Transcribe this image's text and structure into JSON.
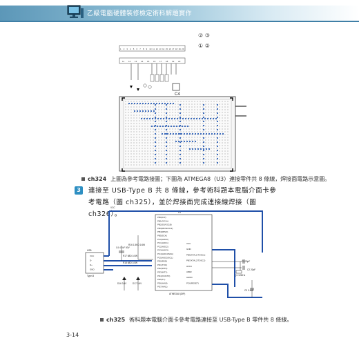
{
  "header": {
    "title": "乙級電腦硬體裝修檢定術科解題實作"
  },
  "top_figure": {
    "marks_right_row1": "② ③",
    "marks_right_row2": "① ②",
    "pin_numbers_top": [
      "1",
      "2",
      "3",
      "4",
      "5",
      "6",
      "7",
      "8",
      "9",
      "10",
      "11",
      "12",
      "13",
      "14",
      "15",
      "16",
      "17",
      "18",
      "19",
      "20"
    ],
    "pin_numbers_bottom": [
      "11",
      "12",
      "13",
      "14",
      "15",
      "16",
      "17",
      "18",
      "19",
      "20"
    ],
    "component_label": "C4",
    "caption_id": "ch324",
    "caption_text": "上圖為參考電路接圖；下圖為 ATMEGA8（U3）連接零件共 8 條線，焊接面電路示意圖。"
  },
  "step": {
    "number": "3",
    "text": "連接至 USB-Type B 共 8 條線，參考術科題本電腦介面卡參考電路（圖 ch325），並於焊接面完成連接線焊接（圖 ch326）。"
  },
  "schematic": {
    "vcc_top": "VCC",
    "u_label": "U1",
    "chip_part": "ATMEGA8 (DIP)",
    "left_pins": [
      "PB0(ICP)",
      "PB1(OC1A)",
      "PB2(SS/OC1B)",
      "PB3(MOSI/OC2)",
      "PB4(MISO)",
      "PB5(SCK)",
      "PC0(ADC0)",
      "PC1(ADC1)",
      "PC2(ADC2)",
      "PC3(ADC3)",
      "PC4(ADC4/SDA)",
      "PC5(ADC5/SCL)",
      "PD0(RXD)",
      "PD1(TXD)",
      "PD2(INT0)",
      "PD3(INT1)",
      "PD4(XCK/T0)",
      "PD5(T1)",
      "PD6(AIN0)",
      "PD7(AIN1)"
    ],
    "right_pins": [
      "VCC",
      "GND",
      "PB6(XTAL1/TOSC1)",
      "PB7(XTAL2/TOSC2)",
      "AVCC",
      "AREF",
      "AGND",
      "PC6(RESET)"
    ],
    "r_labels": [
      "R16 1.5KΩ 1/4W",
      "R17 68Ω 1/4W",
      "R18 68Ω 1/4W"
    ],
    "cap_labels": [
      "C4 4.7uF 50V",
      "C1 20pF",
      "C2 20pF",
      "C3 0.1uF"
    ],
    "crystal": "Q1 12MHz",
    "diodes": [
      "D16 3.6V",
      "D17 3.6V"
    ],
    "usb_box": "USB",
    "usb_pins": [
      "VCC",
      "D-",
      "D+",
      "GND"
    ],
    "usb_type": "Type-B",
    "caption_id": "ch325",
    "caption_text": "術科題本電腦介面卡參考電路連接至 USB-Type B 零件共 8 條線。"
  },
  "page_number": "3-14"
}
